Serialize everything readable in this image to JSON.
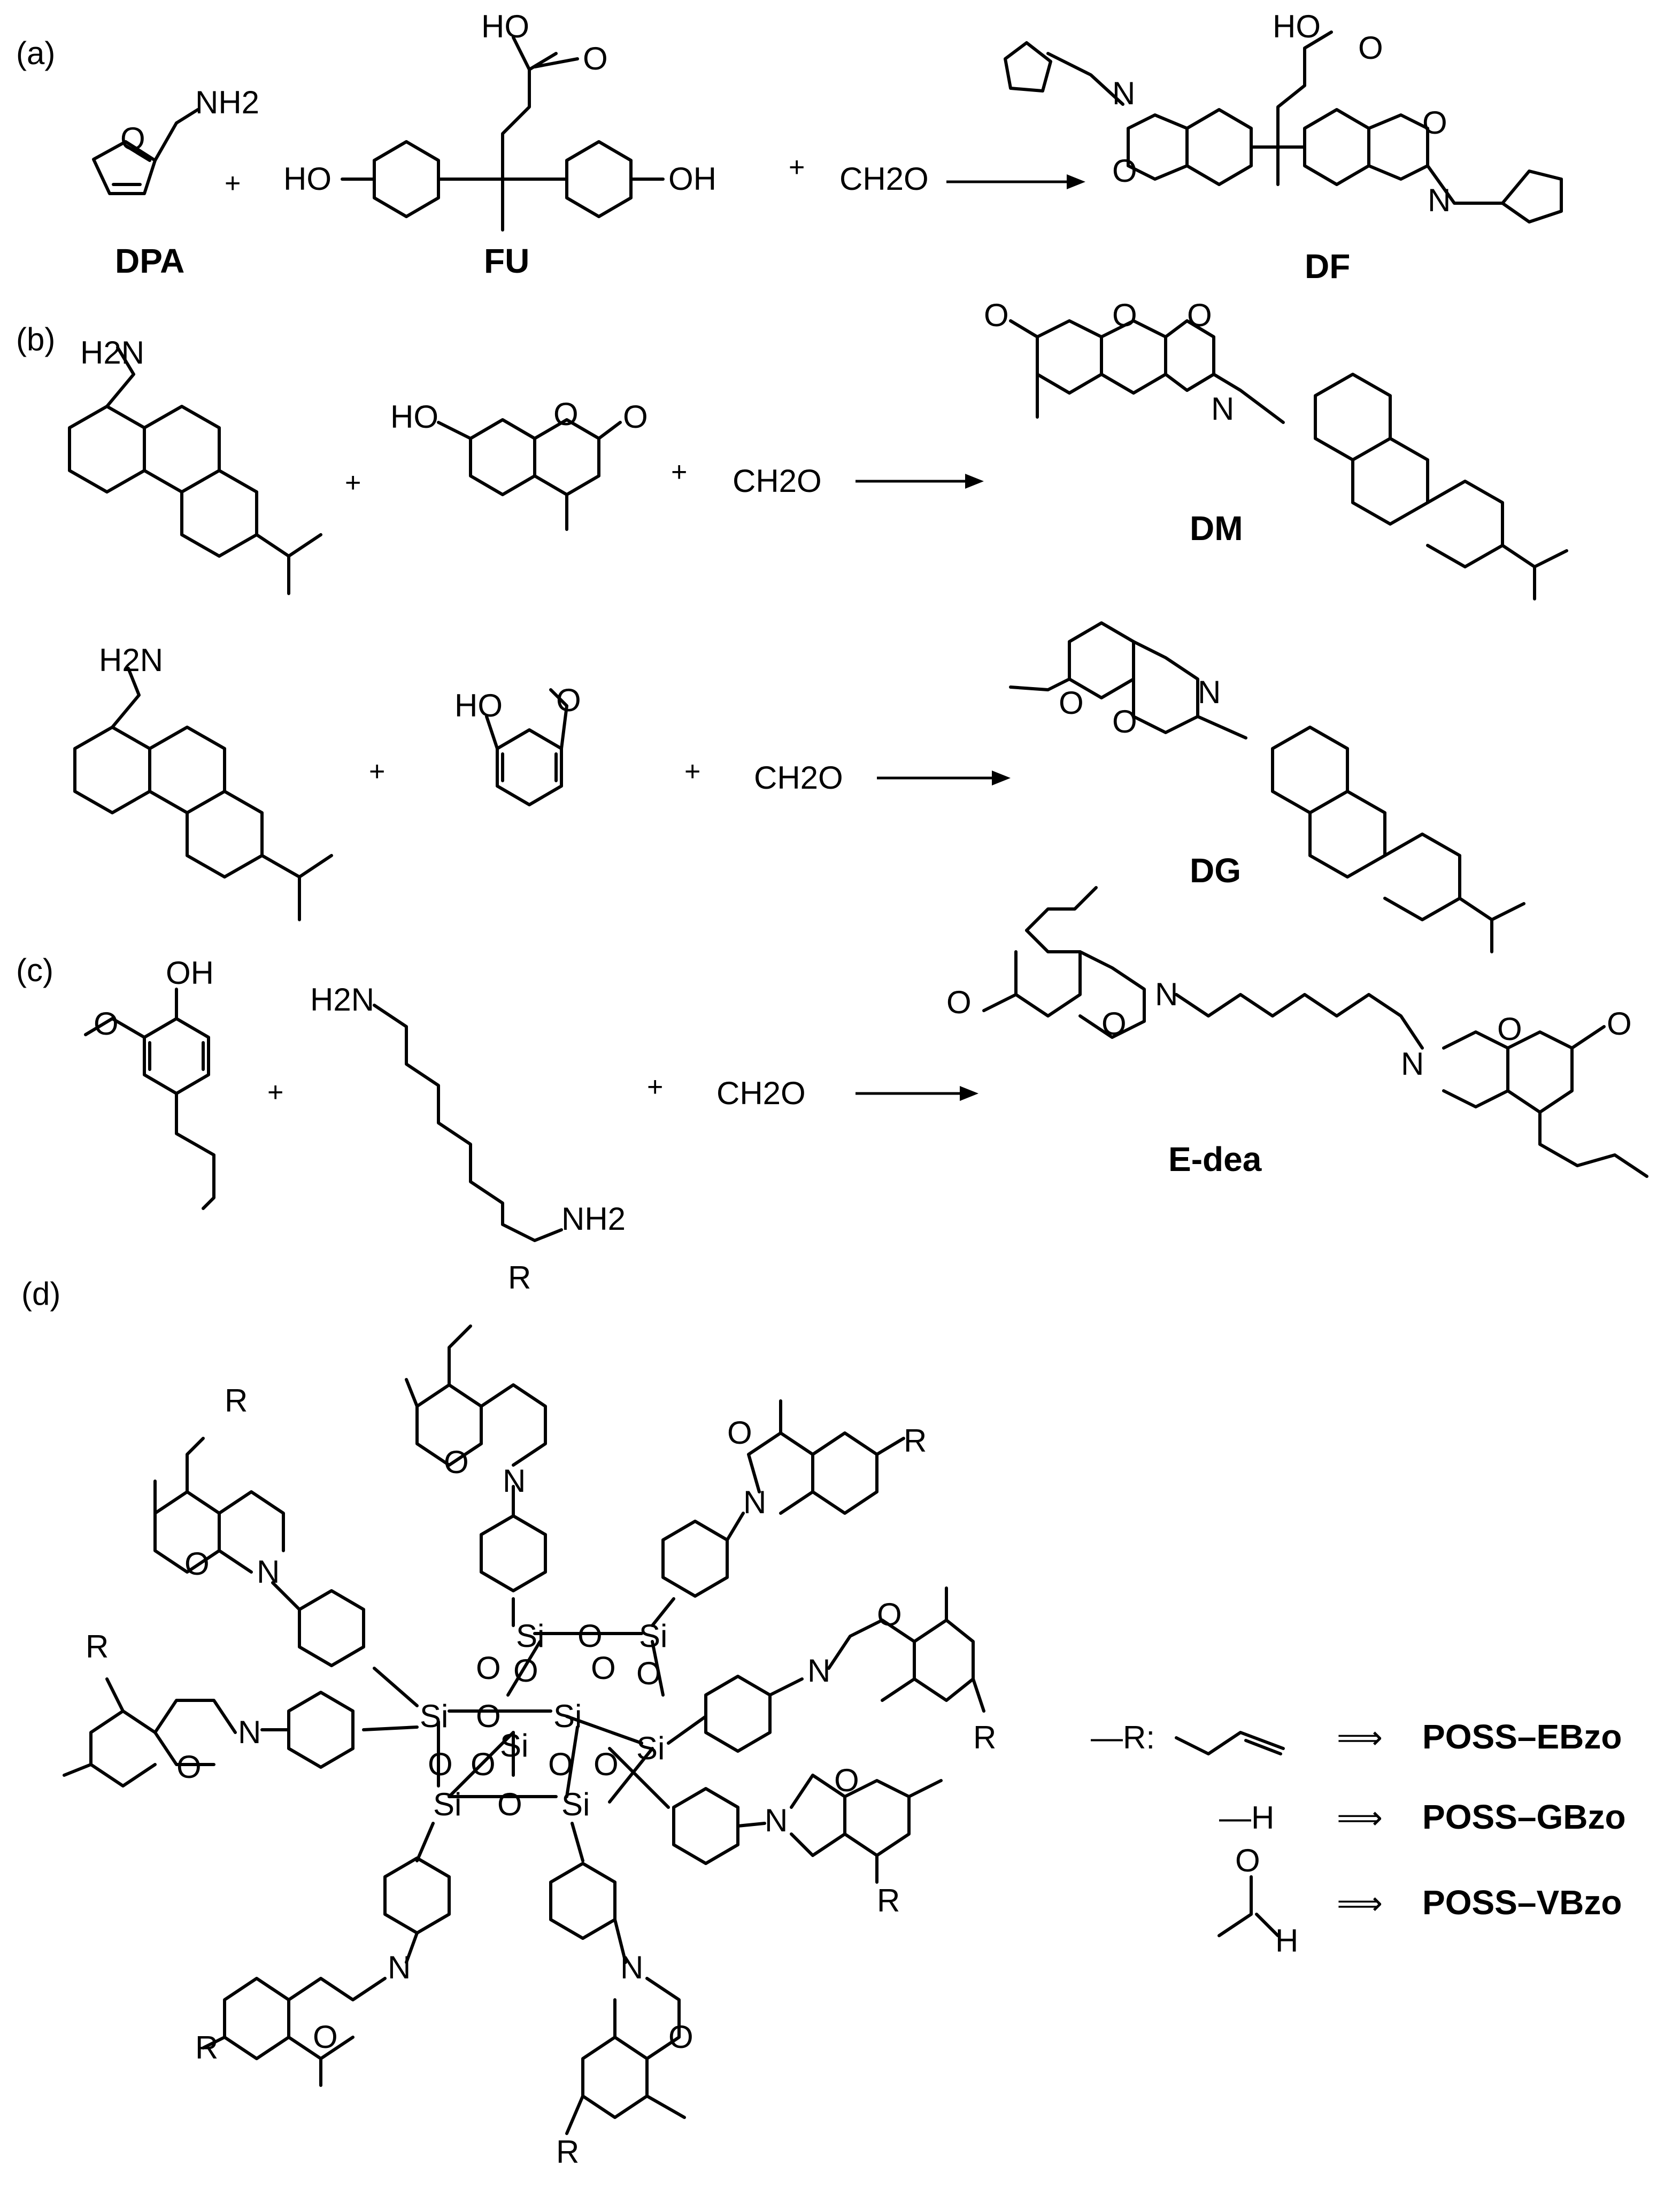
{
  "panels": {
    "a": {
      "label": "(a)",
      "reactants": [
        "DPA",
        "FU"
      ],
      "reagent": "CH2O",
      "product": "DF",
      "plus": "+",
      "atoms": {
        "nh2": "NH2",
        "o": "O",
        "ho": "HO",
        "oh": "OH",
        "n": "N",
        "o_dbl": "O"
      }
    },
    "b": {
      "label": "(b)",
      "reagent": "CH2O",
      "plus": "+",
      "products": [
        "DM",
        "DG"
      ],
      "atoms": {
        "h2n": "H2N",
        "ho": "HO",
        "o": "O",
        "n": "N"
      }
    },
    "c": {
      "label": "(c)",
      "reagent": "CH2O",
      "plus": "+",
      "product": "E-dea",
      "atoms": {
        "oh": "OH",
        "h2n": "H2N",
        "nh2": "NH2",
        "o": "O",
        "n": "N"
      }
    },
    "d": {
      "label": "(d)",
      "core_atoms": {
        "si": "Si",
        "o": "O",
        "n": "N",
        "r": "R"
      },
      "legend": {
        "r_label": "—R:",
        "h_label": "—H",
        "aldehyde_o": "O",
        "aldehyde_h": "H",
        "implies": "⟹",
        "products": [
          "POSS–EBzo",
          "POSS–GBzo",
          "POSS–VBzo"
        ]
      }
    }
  },
  "icons": {
    "arrow": "reaction-arrow-icon",
    "implies": "double-arrow-icon"
  }
}
